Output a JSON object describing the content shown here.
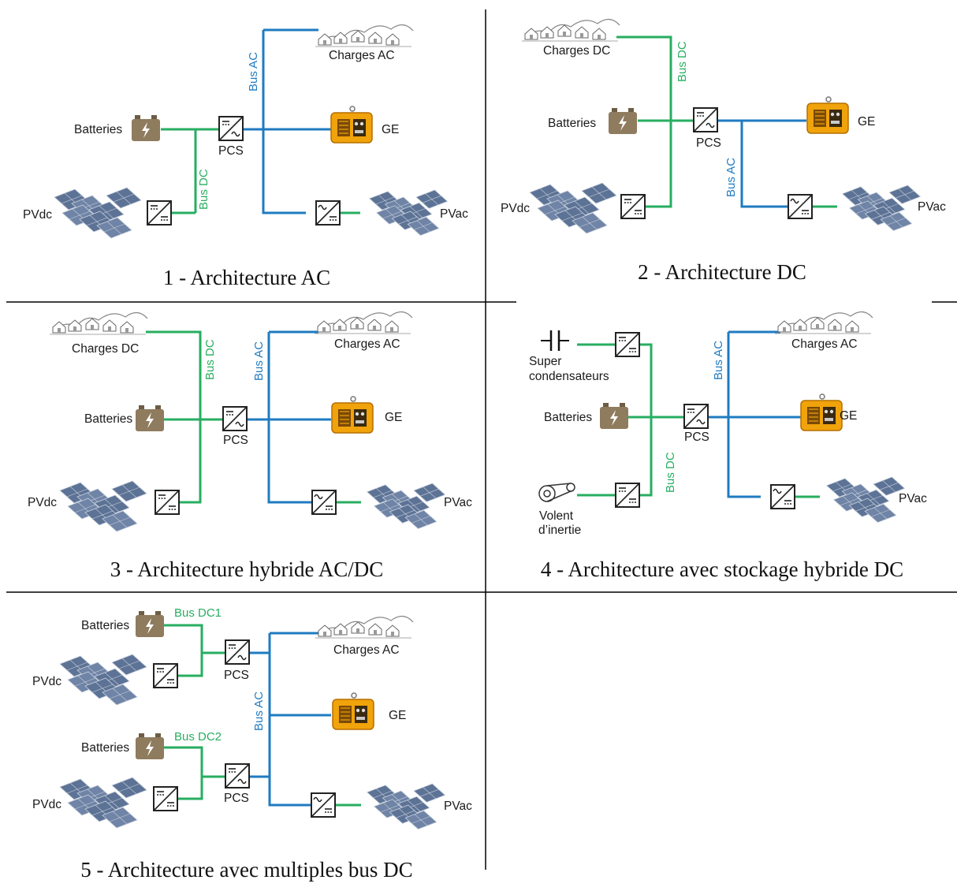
{
  "panels": [
    {
      "caption": "1 - Architecture AC",
      "labels": {
        "batteries": "Batteries",
        "pcs": "PCS",
        "bus_dc": "Bus DC",
        "bus_ac": "Bus AC",
        "charges_ac": "Charges AC",
        "ge": "GE",
        "pvdc": "PVdc",
        "pvac": "PVac"
      }
    },
    {
      "caption": "2 - Architecture DC",
      "labels": {
        "charges_dc": "Charges DC",
        "bus_dc": "Bus DC",
        "batteries": "Batteries",
        "pcs": "PCS",
        "ge": "GE",
        "bus_ac": "Bus AC",
        "pvdc": "PVdc",
        "pvac": "PVac"
      }
    },
    {
      "caption": "3 - Architecture hybride AC/DC",
      "labels": {
        "charges_dc": "Charges DC",
        "bus_dc": "Bus DC",
        "bus_ac": "Bus AC",
        "charges_ac": "Charges AC",
        "batteries": "Batteries",
        "pcs": "PCS",
        "ge": "GE",
        "pvdc": "PVdc",
        "pvac": "PVac"
      }
    },
    {
      "caption": "4 - Architecture avec stockage hybride DC",
      "labels": {
        "super1": "Super",
        "super2": "condensateurs",
        "batteries": "Batteries",
        "pcs": "PCS",
        "volent1": "Volent",
        "volent2": "d’inertie",
        "bus_dc": "Bus DC",
        "bus_ac": "Bus AC",
        "charges_ac": "Charges AC",
        "ge": "GE",
        "pvac": "PVac"
      }
    },
    {
      "caption": "5 - Architecture avec multiples bus DC",
      "labels": {
        "batteries1": "Batteries",
        "bus_dc1": "Bus DC1",
        "pvdc1": "PVdc",
        "pcs1": "PCS",
        "batteries2": "Batteries",
        "bus_dc2": "Bus DC2",
        "pvdc2": "PVdc",
        "pcs2": "PCS",
        "bus_ac": "Bus AC",
        "charges_ac": "Charges AC",
        "ge": "GE",
        "pvac": "PVac"
      }
    }
  ],
  "colors": {
    "dc_bus": "#27ae60",
    "ac_bus": "#1f7bc1",
    "battery": "#8f7b5e",
    "generator": "#f0a30a",
    "solar": "#5d7396"
  }
}
